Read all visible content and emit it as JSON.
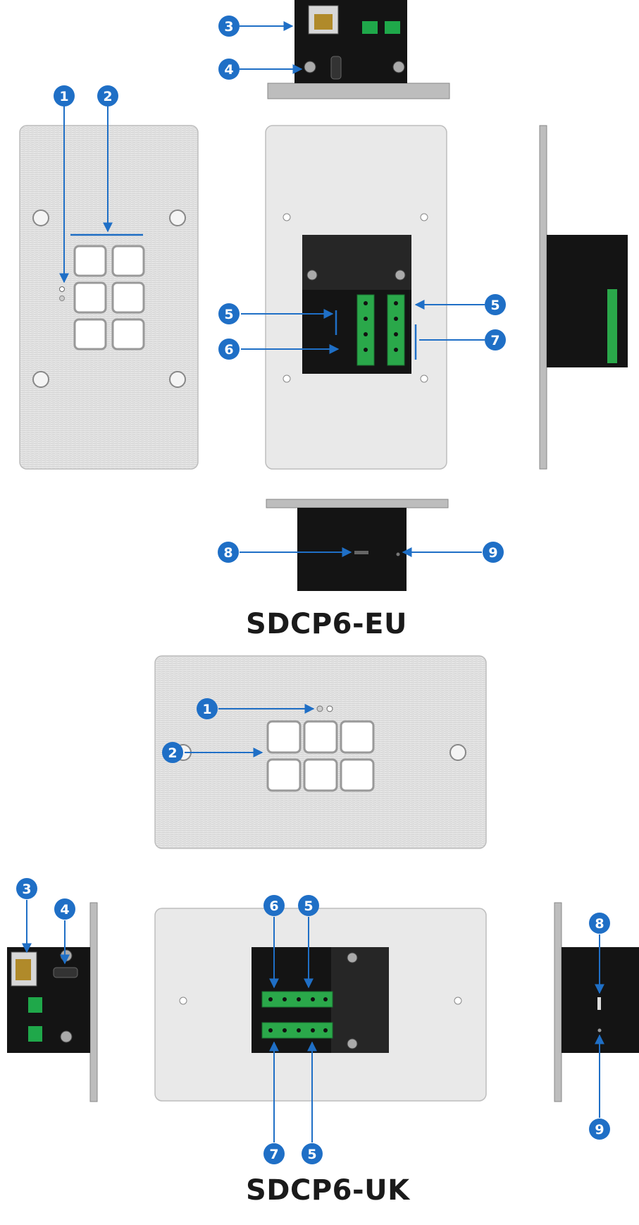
{
  "callouts": {
    "c1": "1",
    "c2": "2",
    "c3": "3",
    "c4": "4",
    "c5": "5",
    "c6": "6",
    "c7": "7",
    "c8": "8",
    "c9": "9"
  },
  "models": {
    "eu": "SDCP6-EU",
    "uk": "SDCP6-UK"
  },
  "colors": {
    "callout_blue": "#1f6fc6",
    "terminal_green": "#2aa84a",
    "plate_silver": "#e4e4e4",
    "module_black": "#141414"
  }
}
